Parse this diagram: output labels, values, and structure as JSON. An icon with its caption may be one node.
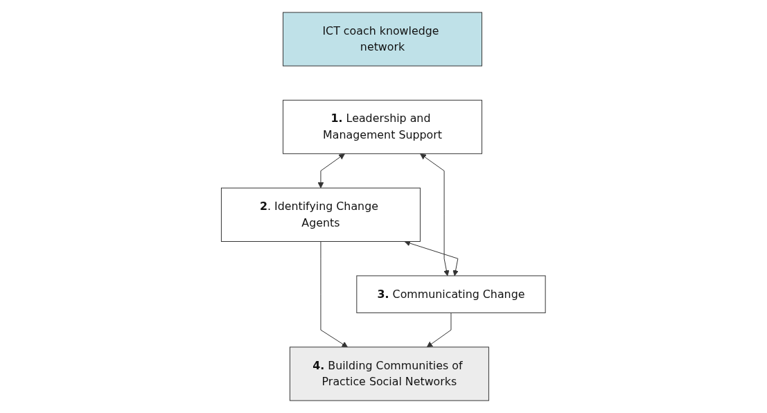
{
  "diagram": {
    "nodes": [
      {
        "text": [
          "ICT coach knowledge network"
        ]
      },
      {
        "text": [
          "**1.** Leadership and Management Support"
        ]
      },
      {
        "text": [
          "**2**. Identifying Change Agents"
        ]
      },
      {
        "text": [
          "**3.** Communicating Change"
        ]
      },
      {
        "text": [
          "**4.** Building Communities of Practice Social Networks"
        ]
      }
    ],
    "edges": [
      {
        "from": 1,
        "to": 2,
        "arrow": "both"
      },
      {
        "from": 1,
        "to": 3,
        "arrow": "both"
      },
      {
        "from": 2,
        "to": 3,
        "arrow": "both"
      },
      {
        "from": 2,
        "to": 4,
        "arrow": "to"
      },
      {
        "from": 3,
        "to": 4,
        "arrow": "to"
      }
    ]
  }
}
